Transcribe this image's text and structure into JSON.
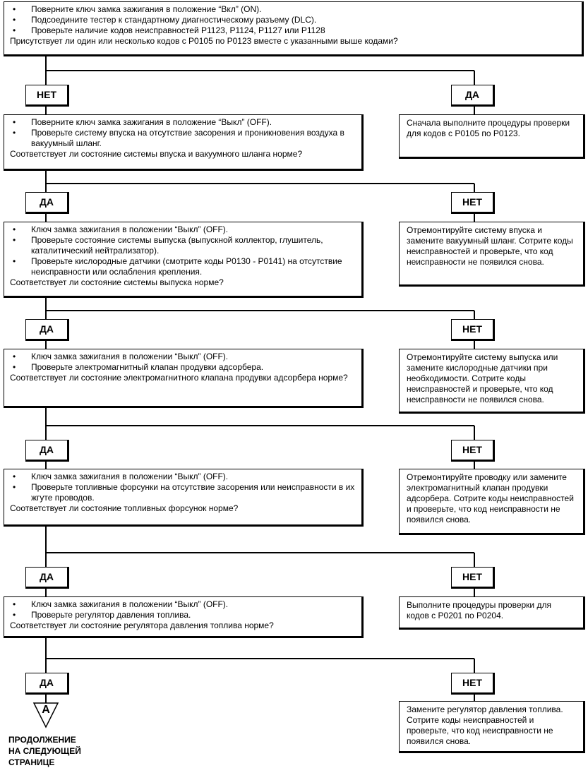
{
  "steps": [
    {
      "bullets": [
        "Поверните ключ замка зажигания в положение “Вкл” (ON).",
        "Подсоедините тестер к стандартному диагностическому разъему (DLC).",
        "Проверьте наличие кодов неисправностей P1123, P1124, P1127 или P1128"
      ],
      "question": "Присутствует ли один или несколько кодов с P0105 по P0123 вместе с указанными выше кодами?",
      "left_label": "НЕТ",
      "right_label": "ДА",
      "right_action": "Сначала выполните процедуры проверки для кодов с P0105 по P0123."
    },
    {
      "bullets": [
        "Поверните ключ замка зажигания в положение “Выкл” (OFF).",
        "Проверьте систему впуска на отсутствие засорения и проникновения воздуха в вакуумный шланг."
      ],
      "question": "Соответствует ли состояние системы впуска и вакуумного шланга норме?",
      "left_label": "ДА",
      "right_label": "НЕТ",
      "right_action": "Отремонтируйте систему впуска и замените вакуумный шланг. Сотрите коды неисправностей и проверьте, что код неисправности не появился снова."
    },
    {
      "bullets": [
        "Ключ замка зажигания в положении “Выкл” (OFF).",
        "Проверьте состояние системы выпуска (выпускной коллектор, глушитель, каталитический нейтрализатор).",
        "Проверьте кислородные датчики (смотрите коды P0130 - P0141) на отсутствие неисправности или ослабления крепления."
      ],
      "question": "Соответствует ли состояние системы выпуска норме?",
      "left_label": "ДА",
      "right_label": "НЕТ",
      "right_action": "Отремонтируйте систему выпуска или замените кислородные датчики при необходимости. Сотрите коды неисправностей и проверьте, что код неисправности не появился снова."
    },
    {
      "bullets": [
        "Ключ замка зажигания в положении “Выкл” (OFF).",
        "Проверьте электромагнитный клапан продувки адсорбера."
      ],
      "question": "Соответствует ли состояние электромагнитного клапана продувки адсорбера норме?",
      "left_label": "ДА",
      "right_label": "НЕТ",
      "right_action": "Отремонтируйте проводку или замените электромагнитный клапан продувки адсорбера. Сотрите коды неисправностей и проверьте, что код неисправности не появился снова."
    },
    {
      "bullets": [
        "Ключ замка зажигания в положении “Выкл” (OFF).",
        "Проверьте топливные форсунки на отсутствие засорения или неисправности в их жгуте проводов."
      ],
      "question": "Соответствует ли состояние топливных форсунок норме?",
      "left_label": "ДА",
      "right_label": "НЕТ",
      "right_action": "Выполните процедуры проверки для кодов с P0201 по P0204."
    },
    {
      "bullets": [
        "Ключ замка зажигания в положении “Выкл” (OFF).",
        "Проверьте регулятор давления топлива."
      ],
      "question": "Соответствует ли состояние регулятора давления топлива норме?",
      "left_label": "ДА",
      "right_label": "НЕТ",
      "right_action": "Замените регулятор давления топлива. Сотрите коды неисправностей и проверьте, что код неисправности не появился снова."
    }
  ],
  "connector": {
    "mark": "A",
    "text": [
      "ПРОДОЛЖЕНИЕ",
      "НА СЛЕДУЮЩЕЙ",
      "СТРАНИЦЕ"
    ]
  }
}
